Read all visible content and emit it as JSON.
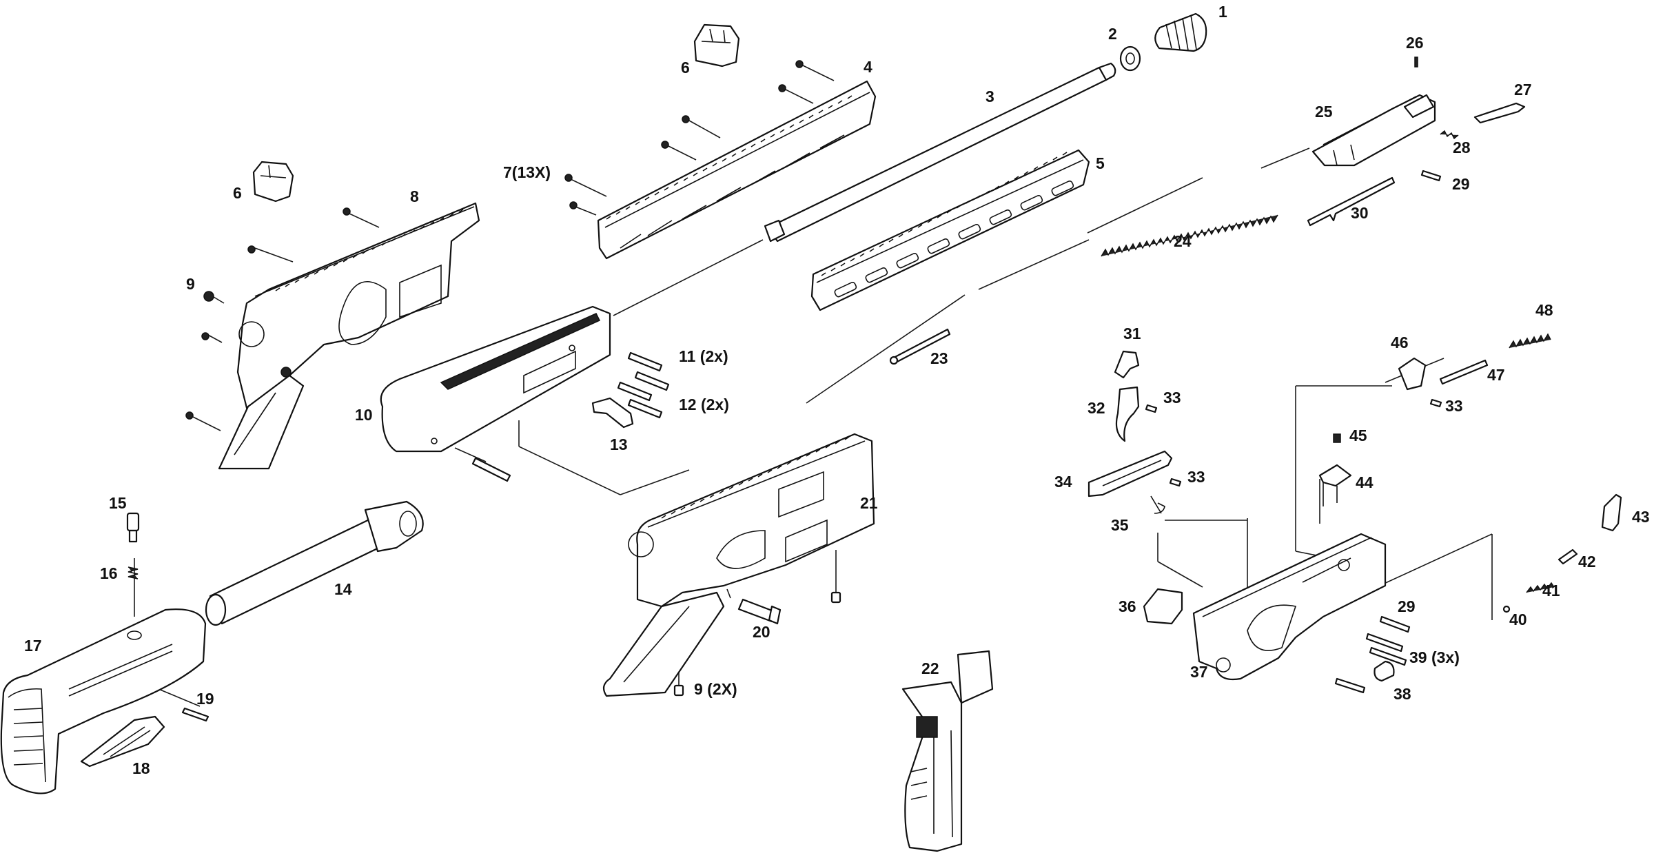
{
  "parts": [
    {
      "id": "p1",
      "label": "1"
    },
    {
      "id": "p2",
      "label": "2"
    },
    {
      "id": "p3",
      "label": "3"
    },
    {
      "id": "p4",
      "label": "4"
    },
    {
      "id": "p5",
      "label": "5"
    },
    {
      "id": "p6a",
      "label": "6"
    },
    {
      "id": "p6b",
      "label": "6"
    },
    {
      "id": "p7",
      "label": "7(13X)"
    },
    {
      "id": "p8",
      "label": "8"
    },
    {
      "id": "p9",
      "label": "9"
    },
    {
      "id": "p10",
      "label": "10"
    },
    {
      "id": "p11",
      "label": "11 (2x)"
    },
    {
      "id": "p12",
      "label": "12 (2x)"
    },
    {
      "id": "p13",
      "label": "13"
    },
    {
      "id": "p14",
      "label": "14"
    },
    {
      "id": "p15",
      "label": "15"
    },
    {
      "id": "p16",
      "label": "16"
    },
    {
      "id": "p17",
      "label": "17"
    },
    {
      "id": "p18",
      "label": "18"
    },
    {
      "id": "p19",
      "label": "19"
    },
    {
      "id": "p20",
      "label": "20"
    },
    {
      "id": "p21",
      "label": "21"
    },
    {
      "id": "p22",
      "label": "22"
    },
    {
      "id": "p9b",
      "label": "9 (2X)"
    },
    {
      "id": "p23",
      "label": "23"
    },
    {
      "id": "p24",
      "label": "24"
    },
    {
      "id": "p25",
      "label": "25"
    },
    {
      "id": "p26",
      "label": "26"
    },
    {
      "id": "p27",
      "label": "27"
    },
    {
      "id": "p28",
      "label": "28"
    },
    {
      "id": "p29a",
      "label": "29"
    },
    {
      "id": "p30",
      "label": "30"
    },
    {
      "id": "p31",
      "label": "31"
    },
    {
      "id": "p32",
      "label": "32"
    },
    {
      "id": "p33a",
      "label": "33"
    },
    {
      "id": "p34",
      "label": "34"
    },
    {
      "id": "p33b",
      "label": "33"
    },
    {
      "id": "p35",
      "label": "35"
    },
    {
      "id": "p36",
      "label": "36"
    },
    {
      "id": "p37",
      "label": "37"
    },
    {
      "id": "p38",
      "label": "38"
    },
    {
      "id": "p39",
      "label": "39 (3x)"
    },
    {
      "id": "p29b",
      "label": "29"
    },
    {
      "id": "p40",
      "label": "40"
    },
    {
      "id": "p41",
      "label": "41"
    },
    {
      "id": "p42",
      "label": "42"
    },
    {
      "id": "p43",
      "label": "43"
    },
    {
      "id": "p44",
      "label": "44"
    },
    {
      "id": "p45",
      "label": "45"
    },
    {
      "id": "p46",
      "label": "46"
    },
    {
      "id": "p47",
      "label": "47"
    },
    {
      "id": "p33c",
      "label": "33"
    },
    {
      "id": "p48",
      "label": "48"
    }
  ]
}
